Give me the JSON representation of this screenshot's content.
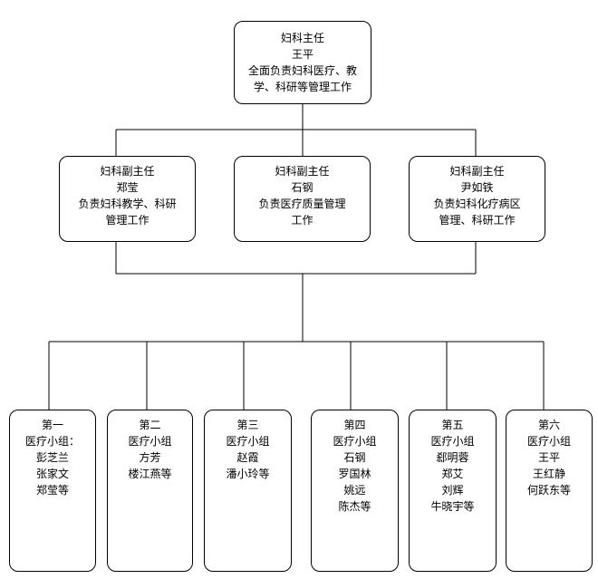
{
  "director": {
    "title": "妇科主任",
    "name": "王平",
    "duty_lines": [
      "全面负责妇科医疗、教",
      "学、科研等管理工作"
    ]
  },
  "deputies": [
    {
      "title": "妇科副主任",
      "name": "郑莹",
      "duty_lines": [
        "负责妇科教学、科研",
        "管理工作"
      ]
    },
    {
      "title": "妇科副主任",
      "name": "石钢",
      "duty_lines": [
        "负责医疗质量管理",
        "工作"
      ]
    },
    {
      "title": "妇科副主任",
      "name": "尹如铁",
      "duty_lines": [
        "负责妇科化疗病区",
        "管理、科研工作"
      ]
    }
  ],
  "groups": [
    {
      "lines": [
        "第一",
        "医疗小组：",
        "彭芝兰",
        "张家文",
        "郑莹等"
      ]
    },
    {
      "lines": [
        "第二",
        "医疗小组",
        "方芳",
        "楼江燕等"
      ]
    },
    {
      "lines": [
        "第三",
        "医疗小组",
        "赵霞",
        "潘小玲等"
      ]
    },
    {
      "lines": [
        "第四",
        "医疗小组",
        "石钢",
        "罗国林",
        "姚远",
        "陈杰等"
      ]
    },
    {
      "lines": [
        "第五",
        "医疗小组",
        "郄明蓉",
        "郑艾",
        "刘辉",
        "牛晓宇等"
      ]
    },
    {
      "lines": [
        "第六",
        "医疗小组",
        "王平",
        "王红静",
        "何跃东等"
      ]
    }
  ]
}
